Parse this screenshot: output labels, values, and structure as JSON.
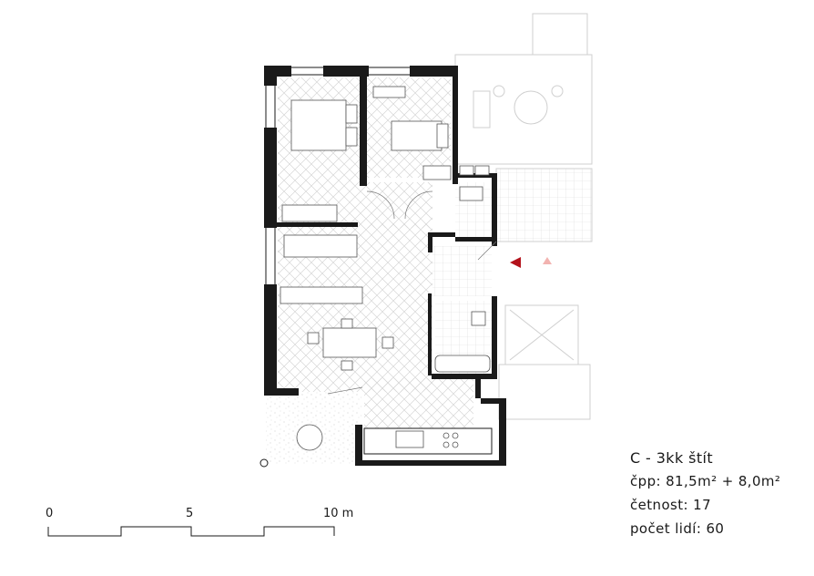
{
  "unit": {
    "title": "C - 3kk štít",
    "area_line": "čpp: 81,5m² + 8,0m²",
    "frequency_line": "četnost: 17",
    "people_line": "počet lidí: 60"
  },
  "scale_bar": {
    "labels": [
      "0",
      "5",
      "10 m"
    ]
  },
  "colors": {
    "wall": "#1a1a1a",
    "neighbor": "#c8c8c8",
    "entry_marker": "#b3121b",
    "neighbor_marker": "#f2b3b0",
    "floor_pattern": "#d8d8d8"
  }
}
